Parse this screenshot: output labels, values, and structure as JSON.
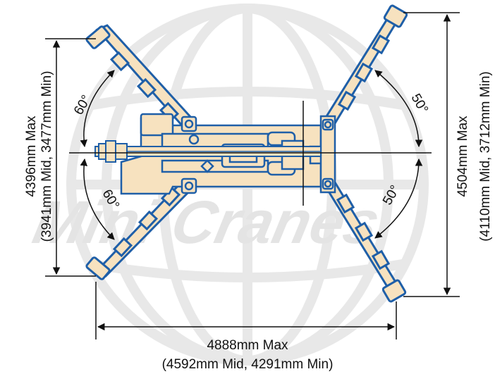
{
  "watermark": {
    "line1": "Mini Cranes",
    "line2": "Mini Cranes"
  },
  "colors": {
    "outline": "#1f5fa8",
    "fill": "#f7e2bf",
    "line": "#111111",
    "watermark": "#e6e6e6"
  },
  "dimensions": {
    "left": {
      "max": "4396mm Max",
      "alt": "(3941mm Mid, 3477mm Min)"
    },
    "right": {
      "max": "4504mm Max",
      "alt": "(4110mm Mid, 3712mm Min)"
    },
    "bottom": {
      "max": "4888mm Max",
      "alt": "(4592mm Mid, 4291mm Min)"
    }
  },
  "angles": {
    "left_upper": "60°",
    "left_lower": "60°",
    "right_upper": "50°",
    "right_lower": "50°"
  }
}
